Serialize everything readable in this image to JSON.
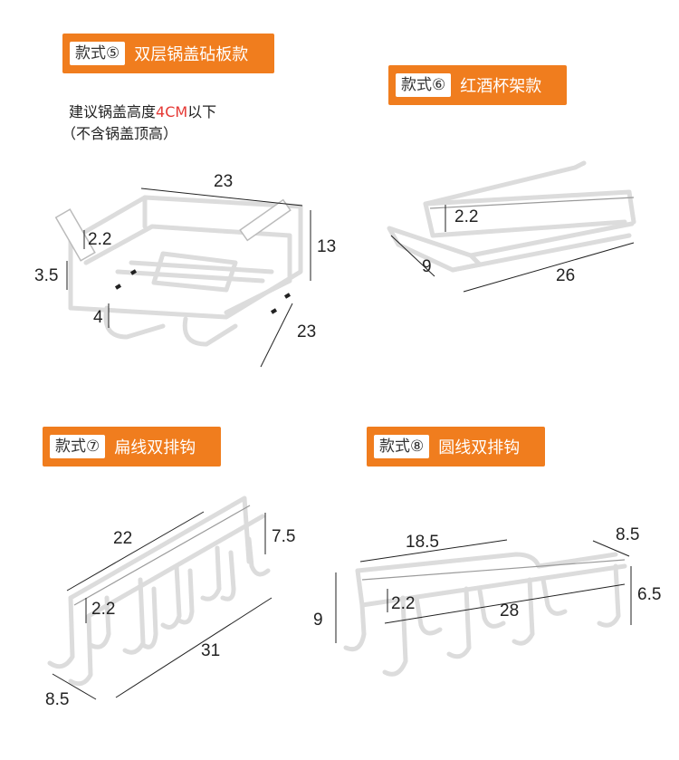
{
  "styles": [
    {
      "tag": "款式⑤",
      "name": "双层锅盖砧板款"
    },
    {
      "tag": "款式⑥",
      "name": "红酒杯架款"
    },
    {
      "tag": "款式⑦",
      "name": "扁线双排钩"
    },
    {
      "tag": "款式⑧",
      "name": "圆线双排钩"
    }
  ],
  "note": {
    "line1_a": "建议锅盖高度",
    "line1_red": "4CM",
    "line1_b": "以下",
    "line2": "（不含锅盖顶高）"
  },
  "dims5": {
    "width": "23",
    "height_total": "13",
    "depth": "23",
    "top_gap": "2.2",
    "side": "3.5",
    "bottom": "4"
  },
  "dims6": {
    "gap": "2.2",
    "depth": "9",
    "length": "26"
  },
  "dims7": {
    "length_top": "22",
    "gap": "2.2",
    "hook": "7.5",
    "length_bottom": "31",
    "depth": "8.5"
  },
  "dims8": {
    "length_top": "18.5",
    "depth": "8.5",
    "hook": "6.5",
    "gap": "2.2",
    "length": "28",
    "height": "9"
  }
}
